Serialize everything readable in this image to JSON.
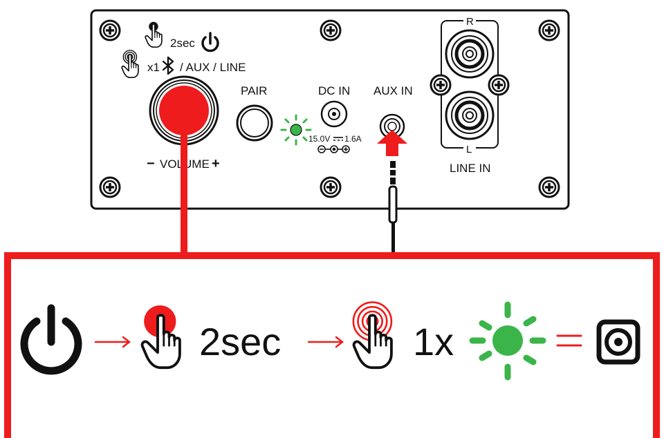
{
  "panel": {
    "hold_time": "2sec",
    "tap_count": "x1",
    "mode_text": "/ AUX / LINE",
    "pair_label": "PAIR",
    "dc_in_label": "DC IN",
    "aux_in_label": "AUX IN",
    "dc_rating": "15.0V",
    "dc_current": "1.6A",
    "volume_minus": "−",
    "volume_label": "VOLUME",
    "volume_plus": "+",
    "rca_right": "R",
    "rca_left": "L",
    "line_in_label": "LINE IN"
  },
  "instruction": {
    "hold_duration": "2sec",
    "tap_count": "1x"
  },
  "colors": {
    "accent_red": "#ee1c1c",
    "led_green": "#3bb54a",
    "outline": "#111111"
  }
}
